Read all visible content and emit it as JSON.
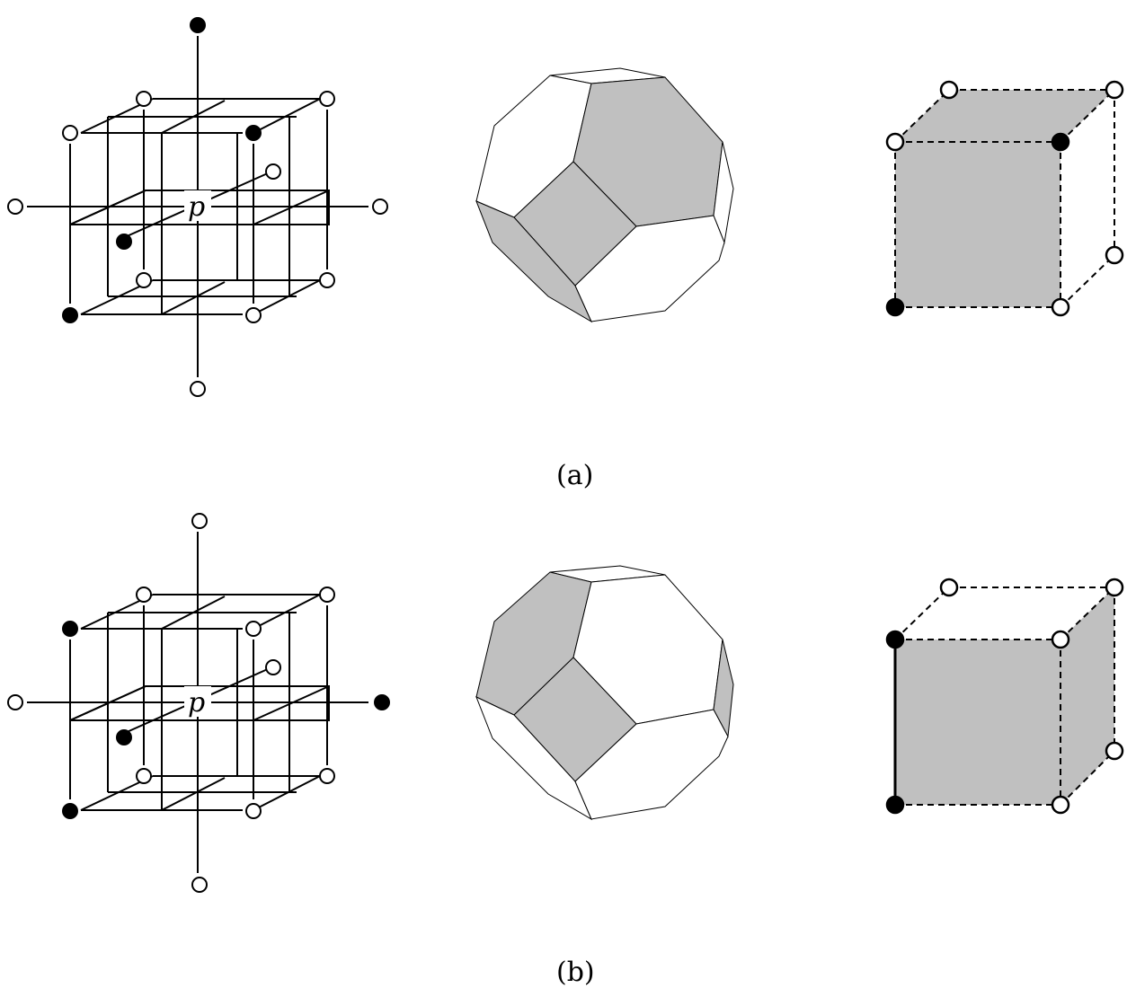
{
  "figure": {
    "point_label": "p",
    "rows": [
      {
        "id": "a",
        "caption": "(a)",
        "neighbors": {
          "top": "black",
          "bottom": "white",
          "left": "white",
          "right": "white",
          "back_top_left": "white",
          "back_top_right": "white",
          "front_top_left": "white",
          "front_top_right": "black",
          "back_bottom_left": "white",
          "back_bottom_right": "white",
          "front_bottom_left": "black",
          "front_bottom_right": "white",
          "back_mid": "white",
          "front_mid": "black"
        },
        "voronoi_shaded_faces": [
          "upper-hexagon",
          "front-square",
          "lower-left-hexagon"
        ],
        "cube": {
          "vertices": {
            "front_top_left": "white",
            "front_top_right": "black",
            "front_bottom_left": "black",
            "front_bottom_right": "white",
            "back_top_left": "white",
            "back_top_right": "white",
            "back_bottom_right": "white"
          },
          "shaded_faces": [
            "front",
            "top"
          ],
          "solid_edges": []
        }
      },
      {
        "id": "b",
        "caption": "(b)",
        "neighbors": {
          "top": "white",
          "bottom": "white",
          "left": "white",
          "right": "black",
          "back_top_left": "white",
          "back_top_right": "white",
          "front_top_left": "black",
          "front_top_right": "white",
          "back_bottom_left": "white",
          "back_bottom_right": "white",
          "front_bottom_left": "black",
          "front_bottom_right": "white",
          "back_mid": "white",
          "front_mid": "black"
        },
        "voronoi_shaded_faces": [
          "upper-left-hexagon",
          "front-square",
          "right-sliver"
        ],
        "cube": {
          "vertices": {
            "front_top_left": "black",
            "front_top_right": "white",
            "front_bottom_left": "black",
            "front_bottom_right": "white",
            "back_top_left": "white",
            "back_top_right": "white",
            "back_bottom_right": "white"
          },
          "shaded_faces": [
            "front",
            "right"
          ],
          "solid_edges": [
            "front-left"
          ]
        }
      }
    ],
    "colors": {
      "shade": "#c0c0c0",
      "line": "#000000",
      "background": "#ffffff"
    }
  }
}
